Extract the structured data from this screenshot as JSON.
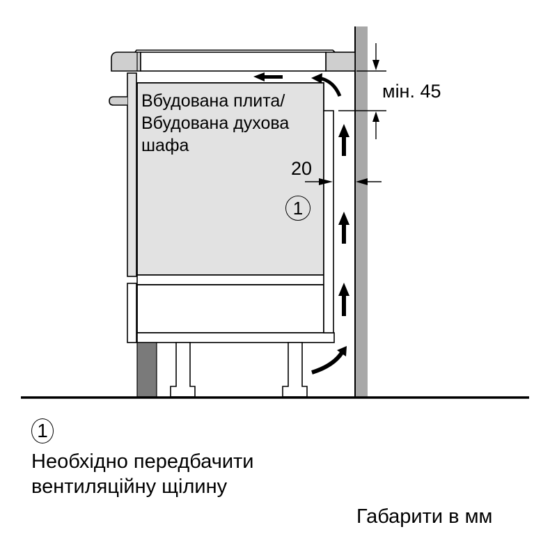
{
  "diagram": {
    "title": "Installation ventilation clearance diagram",
    "appliance_label": {
      "lines": [
        "Вбудована плита/",
        "Вбудована духова",
        "шафа"
      ]
    },
    "dimensions": {
      "top_gap": {
        "label": "мін. 45",
        "value": 45,
        "qualifier": "мін."
      },
      "side_gap": {
        "label": "20",
        "value": 20
      }
    },
    "callout_marker": "1",
    "legend": {
      "marker": "1",
      "description_lines": [
        "Необхідно передбачити",
        "вентиляційну щілину"
      ]
    },
    "units_note": "Габарити в мм",
    "colors": {
      "appliance_fill": "#e2e2e2",
      "countertop_fill": "#cfcfcf",
      "wall_fill": "#a8a8a8",
      "plinth_fill": "#7a7a7a",
      "line": "#000000",
      "background": "#ffffff"
    },
    "airflow_arrows": [
      "up-lower",
      "up-middle",
      "up-upper",
      "curve-bottom-in",
      "curve-top",
      "left-top"
    ]
  }
}
